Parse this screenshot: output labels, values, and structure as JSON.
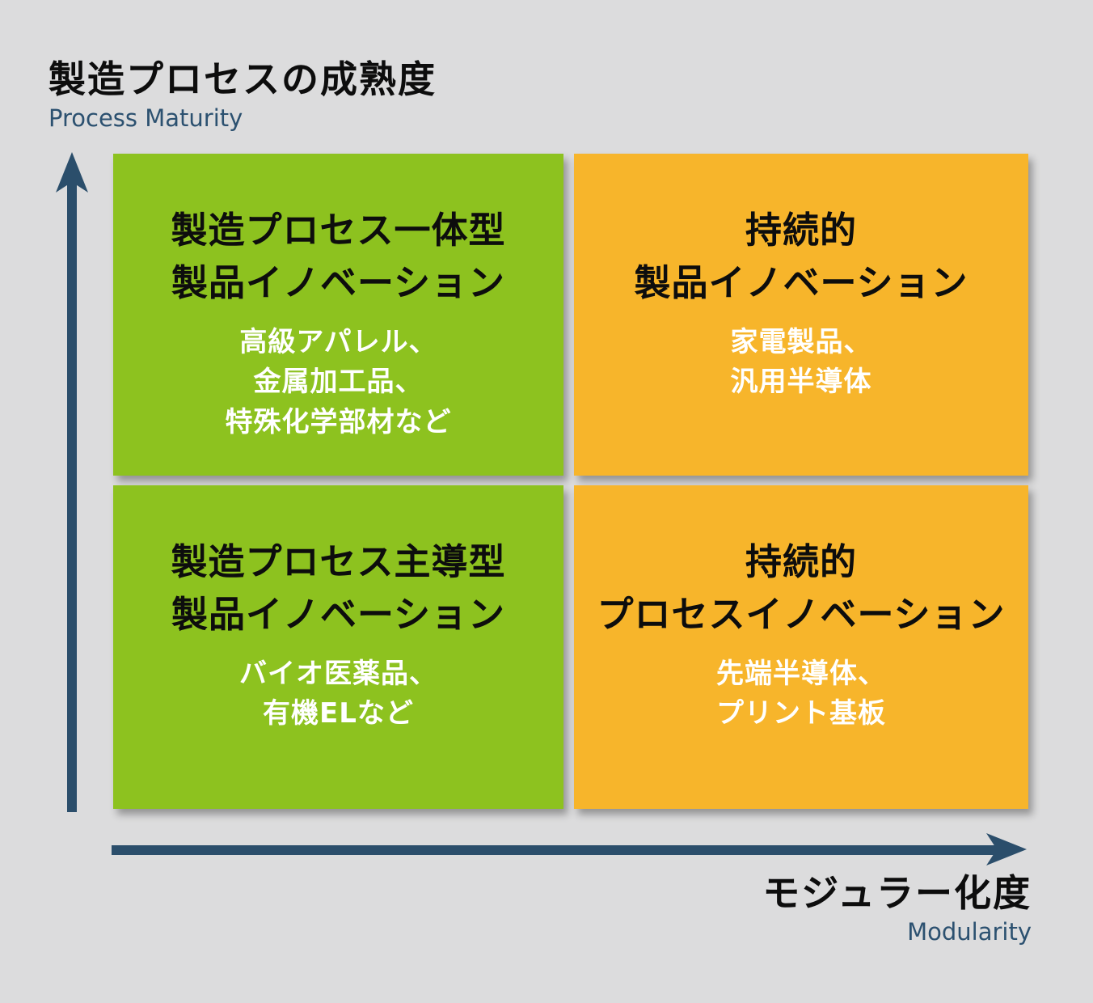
{
  "colors": {
    "background": "#dcdcdd",
    "quadrant_green": "#8dc21f",
    "quadrant_orange": "#f7b52b",
    "axis_arrow_blue": "#2b4e6b",
    "axis_en_label_blue": "#2c5170",
    "title_black": "#0d0d0d",
    "body_white": "#ffffff"
  },
  "y_axis": {
    "label_jp": "製造プロセスの成熟度",
    "label_en": "Process Maturity"
  },
  "x_axis": {
    "label_jp": "モジュラー化度",
    "label_en": "Modularity"
  },
  "quadrants": [
    {
      "position": "top-left",
      "color": "green",
      "title_lines": [
        "製造プロセス一体型",
        "製品イノベーション"
      ],
      "body_lines": [
        "高級アパレル、",
        "金属加工品、",
        "特殊化学部材など"
      ]
    },
    {
      "position": "top-right",
      "color": "orange",
      "title_lines": [
        "持続的",
        "製品イノベーション"
      ],
      "body_lines": [
        "家電製品、",
        "汎用半導体"
      ]
    },
    {
      "position": "bottom-left",
      "color": "green",
      "title_lines": [
        "製造プロセス主導型",
        "製品イノベーション"
      ],
      "body_lines": [
        "バイオ医薬品、",
        "有機ELなど"
      ]
    },
    {
      "position": "bottom-right",
      "color": "orange",
      "title_lines": [
        "持続的",
        "プロセスイノベーション"
      ],
      "body_lines": [
        "先端半導体、",
        "プリント基板"
      ]
    }
  ]
}
